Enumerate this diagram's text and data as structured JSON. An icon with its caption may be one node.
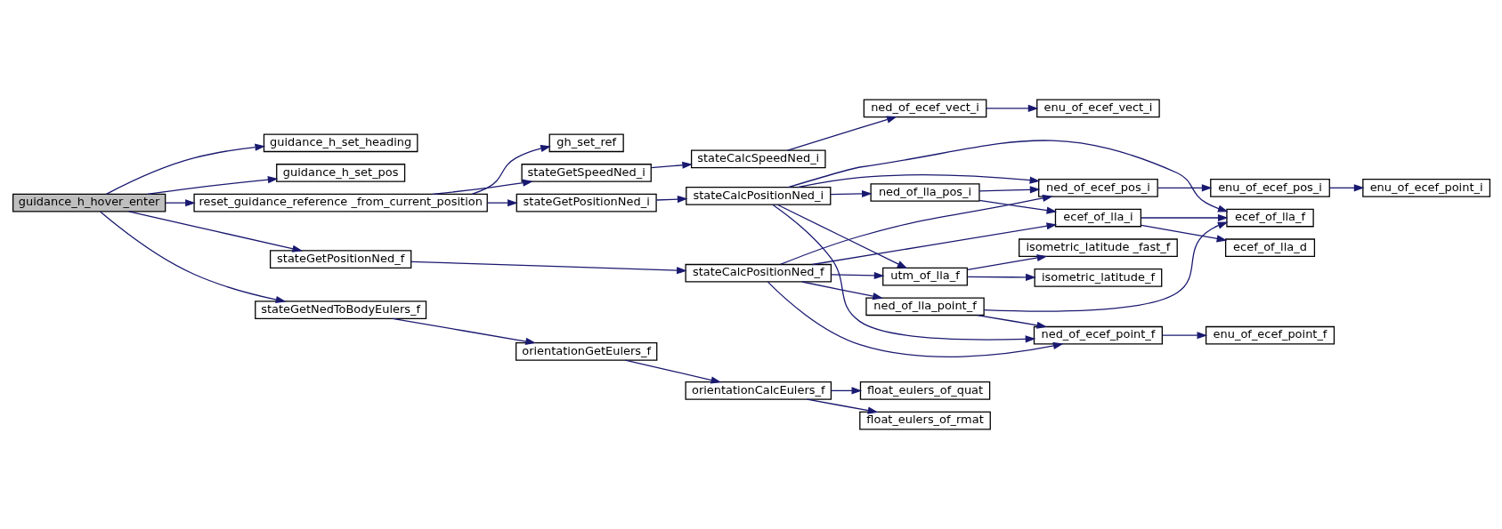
{
  "diagram": {
    "nodes": [
      {
        "text": [
          "guidance_h_hover_enter"
        ]
      },
      {
        "text": [
          "guidance_h_set_heading"
        ]
      },
      {
        "text": [
          "guidance_h_set_pos"
        ]
      },
      {
        "text": [
          "reset_guidance_reference _from_current_position"
        ]
      },
      {
        "text": [
          "stateGetPositionNed_f"
        ]
      },
      {
        "text": [
          "stateGetNedToBodyEulers_f"
        ]
      },
      {
        "text": [
          "gh_set_ref"
        ]
      },
      {
        "text": [
          "stateGetSpeedNed_i"
        ]
      },
      {
        "text": [
          "stateGetPositionNed_i"
        ]
      },
      {
        "text": [
          "stateCalcSpeedNed_i"
        ]
      },
      {
        "text": [
          "stateCalcPositionNed_i"
        ]
      },
      {
        "text": [
          "stateCalcPositionNed_f"
        ]
      },
      {
        "text": [
          "orientationGetEulers_f"
        ]
      },
      {
        "text": [
          "orientationCalcEulers_f"
        ]
      },
      {
        "text": [
          "ned_of_ecef_vect_i"
        ]
      },
      {
        "text": [
          "enu_of_ecef_vect_i"
        ]
      },
      {
        "text": [
          "ned_of_ecef_pos_i"
        ]
      },
      {
        "text": [
          "ned_of_lla_pos_i"
        ]
      },
      {
        "text": [
          "ecef_of_lla_i"
        ]
      },
      {
        "text": [
          "utm_of_lla_f"
        ]
      },
      {
        "text": [
          "ned_of_lla_point_f"
        ]
      },
      {
        "text": [
          "ned_of_ecef_point_f"
        ]
      },
      {
        "text": [
          "enu_of_ecef_pos_i"
        ]
      },
      {
        "text": [
          "enu_of_ecef_point_i"
        ]
      },
      {
        "text": [
          "ecef_of_lla_f"
        ]
      },
      {
        "text": [
          "ecef_of_lla_d"
        ]
      },
      {
        "text": [
          "isometric_latitude _fast_f"
        ]
      },
      {
        "text": [
          "isometric_latitude_f"
        ]
      },
      {
        "text": [
          "enu_of_ecef_point_f"
        ]
      },
      {
        "text": [
          "float_eulers_of_quat"
        ]
      },
      {
        "text": [
          "float_eulers_of_rmat"
        ]
      }
    ],
    "edges": [
      {
        "from": 0,
        "to": 1,
        "arrow": "to"
      },
      {
        "from": 0,
        "to": 2,
        "arrow": "to"
      },
      {
        "from": 0,
        "to": 3,
        "arrow": "to"
      },
      {
        "from": 0,
        "to": 4,
        "arrow": "to"
      },
      {
        "from": 0,
        "to": 5,
        "arrow": "to"
      },
      {
        "from": 3,
        "to": 6,
        "arrow": "to"
      },
      {
        "from": 3,
        "to": 7,
        "arrow": "to"
      },
      {
        "from": 3,
        "to": 8,
        "arrow": "to"
      },
      {
        "from": 7,
        "to": 9,
        "arrow": "to"
      },
      {
        "from": 9,
        "to": 14,
        "arrow": "to"
      },
      {
        "from": 14,
        "to": 15,
        "arrow": "to"
      },
      {
        "from": 8,
        "to": 10,
        "arrow": "to"
      },
      {
        "from": 10,
        "to": 24,
        "arrow": "to"
      },
      {
        "from": 10,
        "to": 16,
        "arrow": "to"
      },
      {
        "from": 10,
        "to": 17,
        "arrow": "to"
      },
      {
        "from": 10,
        "to": 19,
        "arrow": "to"
      },
      {
        "from": 10,
        "to": 21,
        "arrow": "to"
      },
      {
        "from": 17,
        "to": 16,
        "arrow": "to"
      },
      {
        "from": 17,
        "to": 18,
        "arrow": "to"
      },
      {
        "from": 16,
        "to": 22,
        "arrow": "to"
      },
      {
        "from": 22,
        "to": 23,
        "arrow": "to"
      },
      {
        "from": 18,
        "to": 24,
        "arrow": "to"
      },
      {
        "from": 18,
        "to": 25,
        "arrow": "to"
      },
      {
        "from": 4,
        "to": 11,
        "arrow": "to"
      },
      {
        "from": 11,
        "to": 16,
        "arrow": "to"
      },
      {
        "from": 11,
        "to": 18,
        "arrow": "to"
      },
      {
        "from": 11,
        "to": 19,
        "arrow": "to"
      },
      {
        "from": 11,
        "to": 20,
        "arrow": "to"
      },
      {
        "from": 11,
        "to": 21,
        "arrow": "to"
      },
      {
        "from": 19,
        "to": 26,
        "arrow": "to"
      },
      {
        "from": 19,
        "to": 27,
        "arrow": "to"
      },
      {
        "from": 20,
        "to": 24,
        "arrow": "to"
      },
      {
        "from": 20,
        "to": 21,
        "arrow": "to"
      },
      {
        "from": 21,
        "to": 28,
        "arrow": "to"
      },
      {
        "from": 5,
        "to": 12,
        "arrow": "to"
      },
      {
        "from": 12,
        "to": 13,
        "arrow": "to"
      },
      {
        "from": 13,
        "to": 29,
        "arrow": "to"
      },
      {
        "from": 13,
        "to": 30,
        "arrow": "to"
      }
    ]
  }
}
